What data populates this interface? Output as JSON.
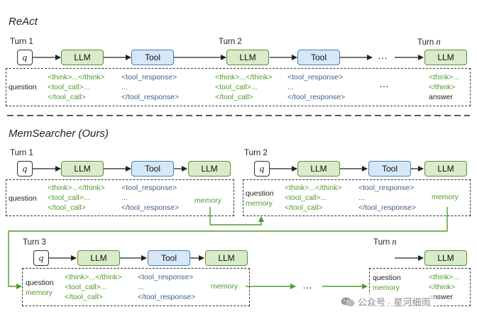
{
  "react": {
    "title": "ReAct",
    "turn1": "Turn 1",
    "turn2": "Turn 2",
    "turnN_prefix": "Turn ",
    "turnN_var": "n",
    "q": "q",
    "llm": "LLM",
    "tool": "Tool",
    "ellipsis": "…",
    "row": {
      "question": "question",
      "think1": "<think>...</think>",
      "call1": "<tool_call>...",
      "call1_end": "</tool_call>",
      "resp1": "<tool_response>",
      "resp1_dots": "...",
      "resp1_end": "</tool_response>",
      "think2": "<think>...</think>",
      "call2": "<tool_call>...",
      "call2_end": "</tool_call>",
      "resp2": "<tool_response>",
      "resp2_dots": "...",
      "resp2_end": "</tool_response>",
      "mid_dots": "…",
      "thinkN": "<think>...",
      "thinkN_end": "</think>",
      "answer": "answer"
    }
  },
  "memsearcher": {
    "title": "MemSearcher (Ours)",
    "turn1": "Turn 1",
    "turn2": "Turn 2",
    "turn3": "Turn 3",
    "turnN_prefix": "Turn ",
    "turnN_var": "n",
    "q": "q",
    "llm": "LLM",
    "tool": "Tool",
    "ellipsis": "…",
    "box1": {
      "question": "question",
      "think": "<think>...</think>",
      "call": "<tool_call>...",
      "call_end": "</tool_call>",
      "resp": "<tool_response>",
      "resp_dots": "...",
      "resp_end": "</tool_response>",
      "memory": "memory"
    },
    "box2": {
      "question": "question",
      "memory_in": "memory",
      "think": "<think>...</think>",
      "call": "<tool_call>...",
      "call_end": "</tool_call>",
      "resp": "<tool_response>",
      "resp_dots": "...",
      "resp_end": "</tool_response>",
      "memory": "memory"
    },
    "box3": {
      "question": "question",
      "memory_in": "memory",
      "think": "<think>...</think>",
      "call": "<tool_call>...",
      "call_end": "</tool_call>",
      "resp": "<tool_response>",
      "resp_dots": "...",
      "resp_end": "</tool_response>",
      "memory": "memory"
    },
    "boxN": {
      "question": "question",
      "memory_in": "memory",
      "think": "<think>...",
      "think_end": "</think>",
      "answer": "answer"
    }
  },
  "watermark": "公众号 · 星河细雨",
  "colors": {
    "llm_fill": "#d9ebc8",
    "tool_fill": "#d6e8f7",
    "green_text": "#4e9a2c",
    "blue_text": "#3e5f8a",
    "memory_arrow": "#4e9a2c"
  }
}
